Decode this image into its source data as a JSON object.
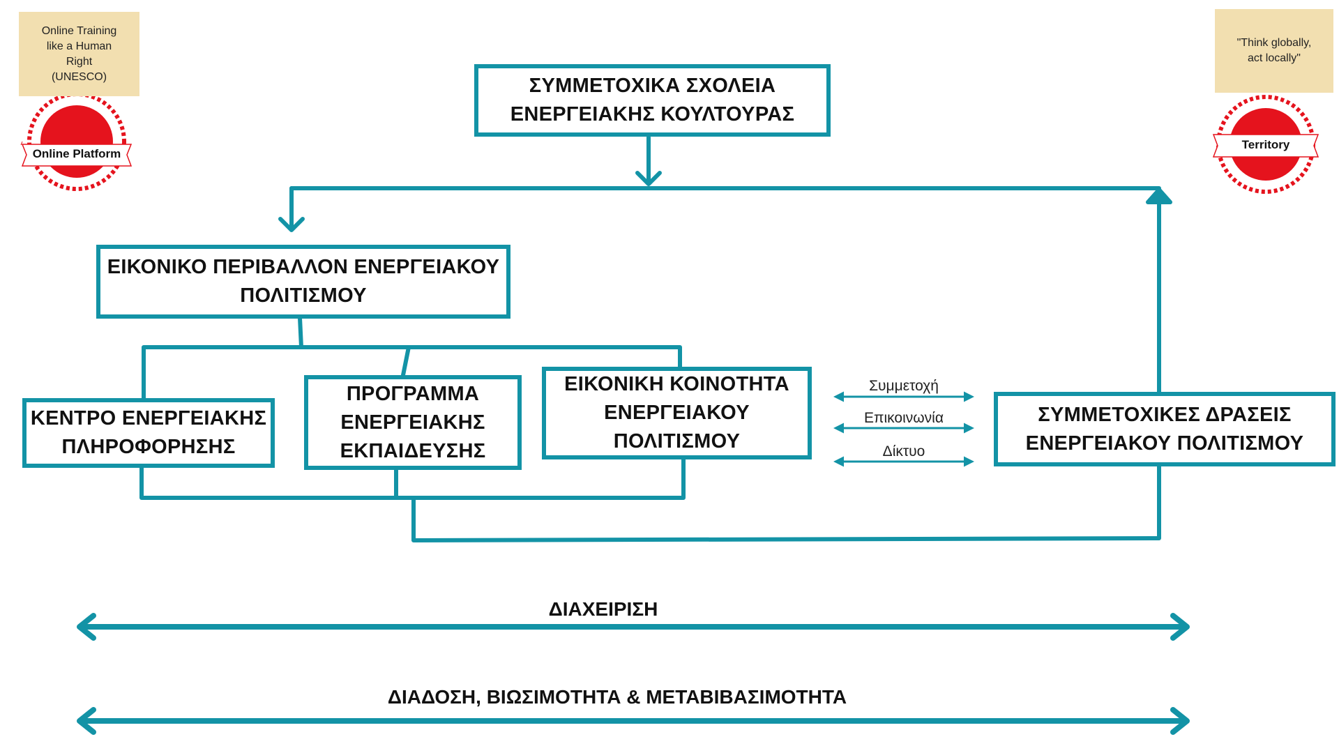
{
  "colors": {
    "accent": "#1393a6",
    "stamp_paper": "#f2dfb0",
    "badge_red": "#e5131d"
  },
  "top_box": {
    "text": "ΣΥΜΜΕΤΟΧΙΚΑ ΣΧΟΛΕΙΑ\nΕΝΕΡΓΕΙΑΚΗΣ ΚΟΥΛΤΟΥΡΑΣ"
  },
  "virtual_env_box": {
    "text": "ΕΙΚΟΝΙΚΟ ΠΕΡΙΒΑΛΛΟΝ ΕΝΕΡΓΕΙΑΚΟΥ\nΠΟΛΙΤΙΣΜΟΥ"
  },
  "info_center_box": {
    "text": "ΚΕΝΤΡΟ ΕΝΕΡΓΕΙΑΚΗΣ\nΠΛΗΡΟΦΟΡΗΣΗΣ"
  },
  "training_box": {
    "text": "ΠΡΟΓΡΑΜΜΑ\nΕΝΕΡΓΕΙΑΚΗΣ\nΕΚΠΑΙΔΕΥΣΗΣ"
  },
  "community_box": {
    "text": "ΕΙΚΟΝΙΚΗ ΚΟΙΝΟΤΗΤΑ\nΕΝΕΡΓΕΙΑΚΟΥ\nΠΟΛΙΤΙΣΜΟΥ"
  },
  "actions_box": {
    "text": "ΣΥΜΜΕΤΟΧΙΚΕΣ ΔΡΑΣΕΙΣ\nΕΝΕΡΓΕΙΑΚΟΥ ΠΟΛΙΤΙΣΜΟΥ"
  },
  "relations": [
    "Συμμετοχή",
    "Επικοινωνία",
    "Δίκτυο"
  ],
  "bands": {
    "management": "ΔΙΑΧΕΙΡΙΣΗ",
    "dissemination": "ΔΙΑΔΟΣΗ, ΒΙΩΣΙΜΟΤΗΤΑ & ΜΕΤΑΒΙΒΑΣΙΜΟΤΗΤΑ"
  },
  "left_stamp": {
    "text": "Online Training\nlike a Human\nRight\n(UNESCO)",
    "badge": "Online Platform"
  },
  "right_stamp": {
    "text": "\"Think globally,\nact locally\"",
    "badge": "Territory"
  }
}
